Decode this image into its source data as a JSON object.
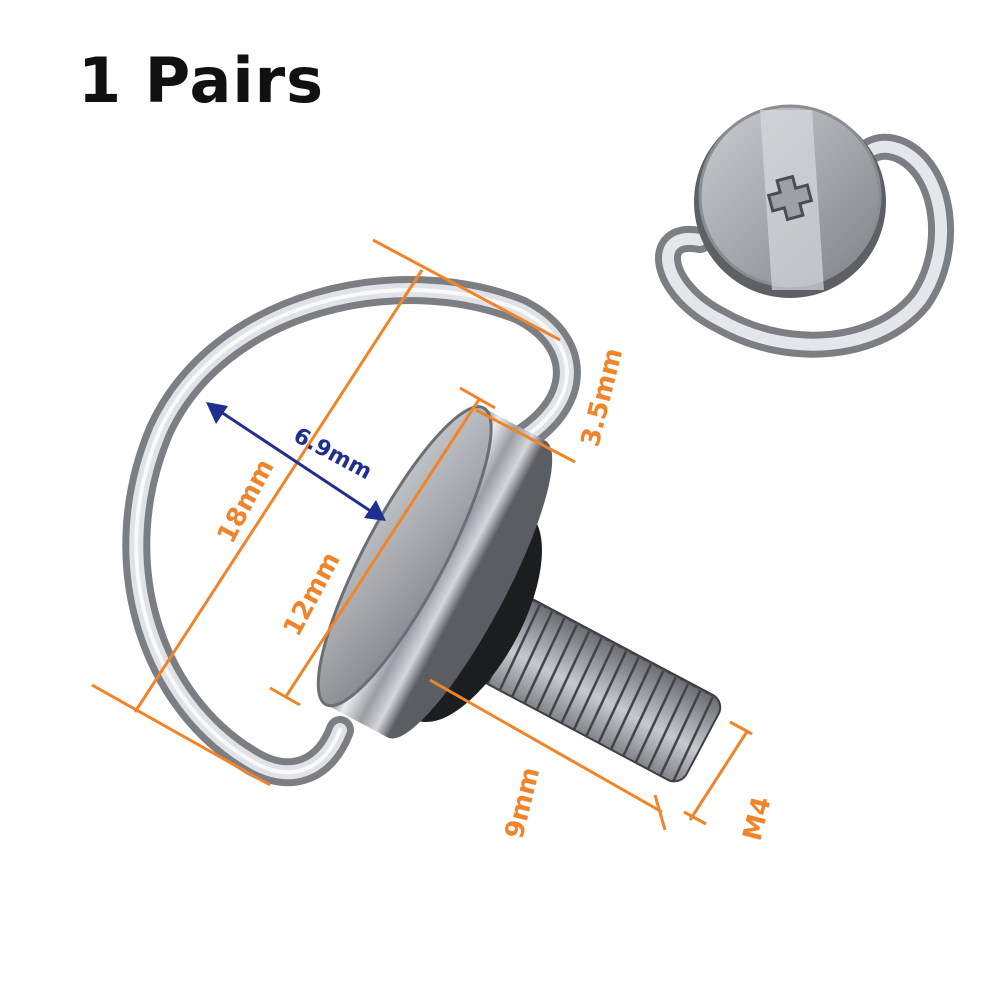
{
  "header": {
    "title": "1 Pairs"
  },
  "colors": {
    "dimension": "#f0842a",
    "inner_dimension": "#1f2f8f",
    "title": "#111111"
  },
  "dimensions": {
    "ring_height": "18mm",
    "ring_inner_width": "6.9mm",
    "head_diameter": "12mm",
    "head_thickness": "3.5mm",
    "thread_length": "9mm",
    "thread_size": "M4"
  },
  "icons": {
    "main": "d-ring-screw-icon",
    "top_view": "d-ring-screw-top-view-icon"
  }
}
